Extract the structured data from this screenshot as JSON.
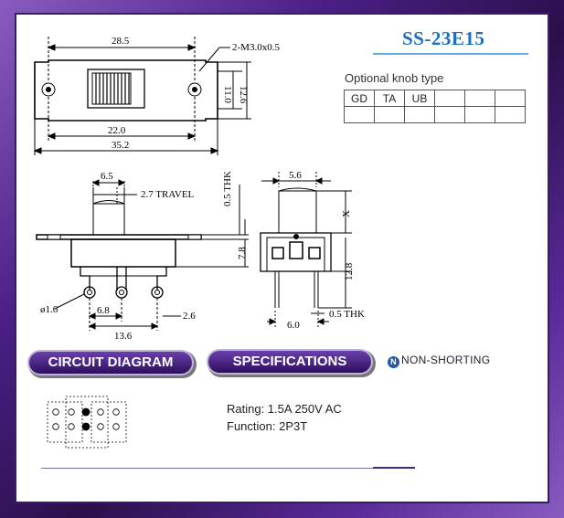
{
  "title": "SS-23E15",
  "optional_knob": {
    "label": "Optional knob type",
    "cells": [
      "GD",
      "TA",
      "UB",
      "",
      "",
      "",
      ""
    ]
  },
  "sections": {
    "circuit": "CIRCUIT DIAGRAM",
    "specs": "SPECIFICATIONS",
    "non_shorting": "NON-SHORTING",
    "ns_icon": "N"
  },
  "specs": {
    "rating": "Rating: 1.5A 250V AC",
    "function": "Function: 2P3T"
  },
  "dimensions": {
    "top_width_holes": "28.5",
    "mounting_screw": "2-M3.0x0.5",
    "height_inner": "11.0",
    "height_outer": "12.6",
    "hole_span": "22.0",
    "overall_length": "35.2",
    "knob_width": "6.5",
    "travel": "2.7 TRAVEL",
    "plate_thk_front": "0.5 THK",
    "body_height_front": "7.8",
    "pin_dia": "ø1.6",
    "pin_pitch": "6.8",
    "pin_span": "13.6",
    "pin_len_front": "2.6",
    "side_knob_width": "5.6",
    "side_x": "X",
    "side_height": "12.8",
    "side_width": "6.0",
    "side_thk": "0.5 THK"
  },
  "colors": {
    "accent": "#1a6fc0",
    "pill": "#4b1f86",
    "frame": "#2a0f4a"
  }
}
